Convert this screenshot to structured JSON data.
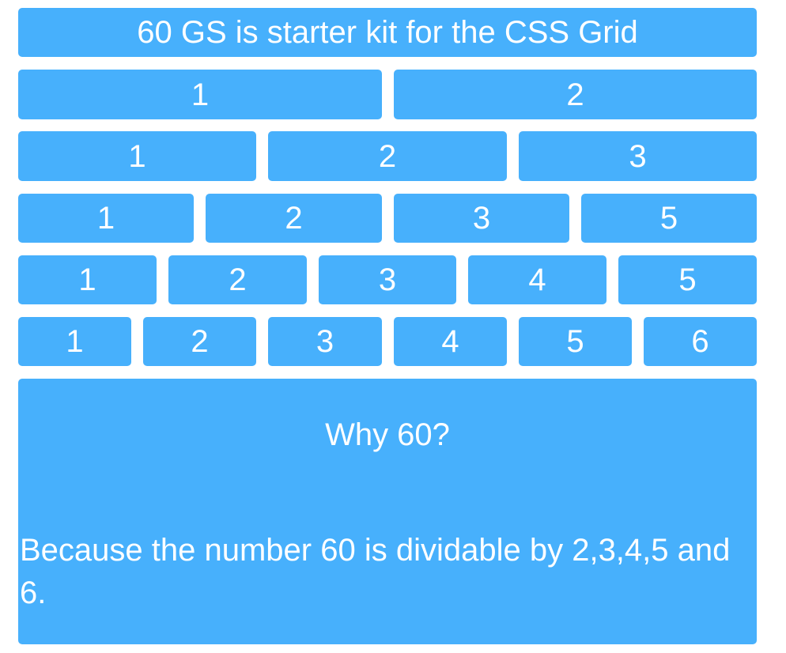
{
  "header": {
    "title": "60 GS is starter kit for the CSS Grid"
  },
  "rows": [
    {
      "labels": [
        "1",
        "2"
      ]
    },
    {
      "labels": [
        "1",
        "2",
        "3"
      ]
    },
    {
      "labels": [
        "1",
        "2",
        "3",
        "5"
      ]
    },
    {
      "labels": [
        "1",
        "2",
        "3",
        "4",
        "5"
      ]
    },
    {
      "labels": [
        "1",
        "2",
        "3",
        "4",
        "5",
        "6"
      ]
    }
  ],
  "why": {
    "heading": "Why 60?",
    "text": "Because the number 60 is dividable by 2,3,4,5 and 6."
  },
  "colors": {
    "cell_background": "#47b0fc",
    "text": "#ffffff"
  }
}
